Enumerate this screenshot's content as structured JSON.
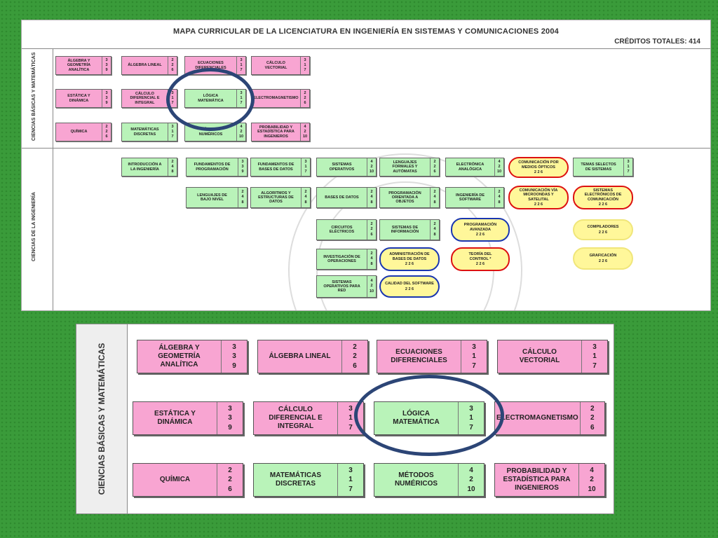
{
  "top": {
    "title": "MAPA CURRICULAR DE LA LICENCIATURA EN INGENIERÍA EN SISTEMAS Y COMUNICACIONES  2004",
    "credits_label": "CRÉDITOS TOTALES:  414",
    "row1_label": "CIENCIAS BÁSICAS Y MATEMÁTICAS",
    "row2_label": "CIENCIAS DE LA INGENIERÍA",
    "courses": [
      {
        "name": "ÁLGEBRA Y\nGEOMETRÍA\nANALÍTICA",
        "c": [
          "3",
          "3",
          "9"
        ],
        "color": "pink"
      },
      {
        "name": "ÁLGEBRA LINEAL",
        "c": [
          "2",
          "2",
          "6"
        ],
        "color": "pink"
      },
      {
        "name": "ECUACIONES\nDIFERENCIALES",
        "c": [
          "3",
          "1",
          "7"
        ],
        "color": "pink"
      },
      {
        "name": "CÁLCULO\nVECTORIAL",
        "c": [
          "3",
          "1",
          "7"
        ],
        "color": "pink"
      },
      {
        "name": "ESTÁTICA Y\nDINÁMICA",
        "c": [
          "3",
          "3",
          "9"
        ],
        "color": "pink"
      },
      {
        "name": "CÁLCULO\nDIFERENCIAL E\nINTEGRAL",
        "c": [
          "3",
          "1",
          "7"
        ],
        "color": "pink"
      },
      {
        "name": "LÓGICA\nMATEMÁTICA",
        "c": [
          "3",
          "1",
          "7"
        ],
        "color": "green"
      },
      {
        "name": "ELECTROMAGNETISMO",
        "c": [
          "2",
          "2",
          "6"
        ],
        "color": "pink"
      },
      {
        "name": "QUÍMICA",
        "c": [
          "2",
          "2",
          "6"
        ],
        "color": "pink"
      },
      {
        "name": "MATEMÁTICAS\nDISCRETAS",
        "c": [
          "3",
          "1",
          "7"
        ],
        "color": "green"
      },
      {
        "name": "MÉTODOS\nNUMÉRICOS",
        "c": [
          "4",
          "2",
          "10"
        ],
        "color": "green"
      },
      {
        "name": "PROBABILIDAD Y\nESTADÍSTICA PARA\nINGENIEROS",
        "c": [
          "4",
          "2",
          "10"
        ],
        "color": "pink"
      },
      {
        "name": "INTRODUCCIÓN A\nLA INGENIERÍA",
        "c": [
          "2",
          "4",
          "8"
        ],
        "color": "green"
      },
      {
        "name": "FUNDAMENTOS DE\nPROGRAMACIÓN",
        "c": [
          "3",
          "3",
          "9"
        ],
        "color": "green"
      },
      {
        "name": "FUNDAMENTOS DE\nBASES DE DATOS",
        "c": [
          "3",
          "1",
          "7"
        ],
        "color": "green"
      },
      {
        "name": "SISTEMAS\nOPERATIVOS",
        "c": [
          "4",
          "2",
          "10"
        ],
        "color": "green"
      },
      {
        "name": "LENGUAJES\nFORMALES Y\nAUTÓMATAS",
        "c": [
          "2",
          "2",
          "6"
        ],
        "color": "green"
      },
      {
        "name": "ELECTRÓNICA\nANALÓGICA",
        "c": [
          "4",
          "2",
          "10"
        ],
        "color": "green"
      },
      {
        "name": "TEMAS SELECTOS\nDE SISTEMAS",
        "c": [
          "3",
          "1",
          "7"
        ],
        "color": "green"
      },
      {
        "name": "LENGUAJES DE\nBAJO NIVEL",
        "c": [
          "2",
          "4",
          "8"
        ],
        "color": "green"
      },
      {
        "name": "ALGORITMOS Y\nESTRUCTURAS DE\nDATOS",
        "c": [
          "2",
          "4",
          "8"
        ],
        "color": "green"
      },
      {
        "name": "BASES DE DATOS",
        "c": [
          "2",
          "4",
          "8"
        ],
        "color": "green"
      },
      {
        "name": "PROGRAMACIÓN\nORIENTADA A\nOBJETOS",
        "c": [
          "2",
          "4",
          "8"
        ],
        "color": "green"
      },
      {
        "name": "INGENIERÍA DE\nSOFTWARE",
        "c": [
          "2",
          "4",
          "8"
        ],
        "color": "green"
      },
      {
        "name": "CIRCUITOS\nELÉCTRICOS",
        "c": [
          "2",
          "2",
          "6"
        ],
        "color": "green"
      },
      {
        "name": "SISTEMAS DE\nINFORMACIÓN",
        "c": [
          "2",
          "4",
          "8"
        ],
        "color": "green"
      },
      {
        "name": "INVESTIGACIÓN DE\nOPERACIONES",
        "c": [
          "2",
          "4",
          "8"
        ],
        "color": "green"
      },
      {
        "name": "SISTEMAS\nOPERATIVOS PARA\nRED",
        "c": [
          "4",
          "2",
          "10"
        ],
        "color": "green"
      }
    ],
    "electives": [
      {
        "name": "COMUNICACIÓN POR\nMEDIOS ÓPTICOS",
        "cr": "2 2 6"
      },
      {
        "name": "COMUNICACIÓN VÍA\nMICROONDAS Y\nSATELITAL",
        "cr": "2 2 6"
      },
      {
        "name": "SISTEMAS\nELECTRÓNICOS DE\nCOMUNICACIÓN",
        "cr": "2 2 6"
      },
      {
        "name": "PROGRAMACIÓN\nAVANZADA",
        "cr": "2 2 6"
      },
      {
        "name": "COMPILADORES",
        "cr": "2 2 6"
      },
      {
        "name": "ADMINISTRACIÓN DE\nBASES DE DATOS",
        "cr": "2 2 6"
      },
      {
        "name": "TEORÍA DEL\nCONTROL *",
        "cr": "2 2 6"
      },
      {
        "name": "GRAFICACIÓN",
        "cr": "2 2 6"
      },
      {
        "name": "CALIDAD DEL SOFTWARE",
        "cr": "2 2 6"
      }
    ]
  },
  "zoom": {
    "row_label": "CIENCIAS BÁSICAS Y MATEMÁTICAS",
    "courses": [
      {
        "name": "ÁLGEBRA Y\nGEOMETRÍA\nANALÍTICA",
        "c": [
          "3",
          "3",
          "9"
        ]
      },
      {
        "name": "ÁLGEBRA LINEAL",
        "c": [
          "2",
          "2",
          "6"
        ]
      },
      {
        "name": "ECUACIONES\nDIFERENCIALES",
        "c": [
          "3",
          "1",
          "7"
        ]
      },
      {
        "name": "CÁLCULO\nVECTORIAL",
        "c": [
          "3",
          "1",
          "7"
        ]
      },
      {
        "name": "ESTÁTICA Y\nDINÁMICA",
        "c": [
          "3",
          "3",
          "9"
        ]
      },
      {
        "name": "CÁLCULO\nDIFERENCIAL E\nINTEGRAL",
        "c": [
          "3",
          "1",
          "7"
        ]
      },
      {
        "name": "LÓGICA\nMATEMÁTICA",
        "c": [
          "3",
          "1",
          "7"
        ]
      },
      {
        "name": "ELECTROMAGNETISMO",
        "c": [
          "2",
          "2",
          "6"
        ]
      },
      {
        "name": "QUÍMICA",
        "c": [
          "2",
          "2",
          "6"
        ]
      },
      {
        "name": "MATEMÁTICAS\nDISCRETAS",
        "c": [
          "3",
          "1",
          "7"
        ]
      },
      {
        "name": "MÉTODOS\nNUMÉRICOS",
        "c": [
          "4",
          "2",
          "10"
        ]
      },
      {
        "name": "PROBABILIDAD Y\nESTADÍSTICA PARA\nINGENIEROS",
        "c": [
          "4",
          "2",
          "10"
        ]
      }
    ]
  },
  "colors": {
    "pink": "#f8a5d2",
    "green": "#b9f3b9",
    "yellow": "#fff79a",
    "highlight": "#2c4576"
  }
}
